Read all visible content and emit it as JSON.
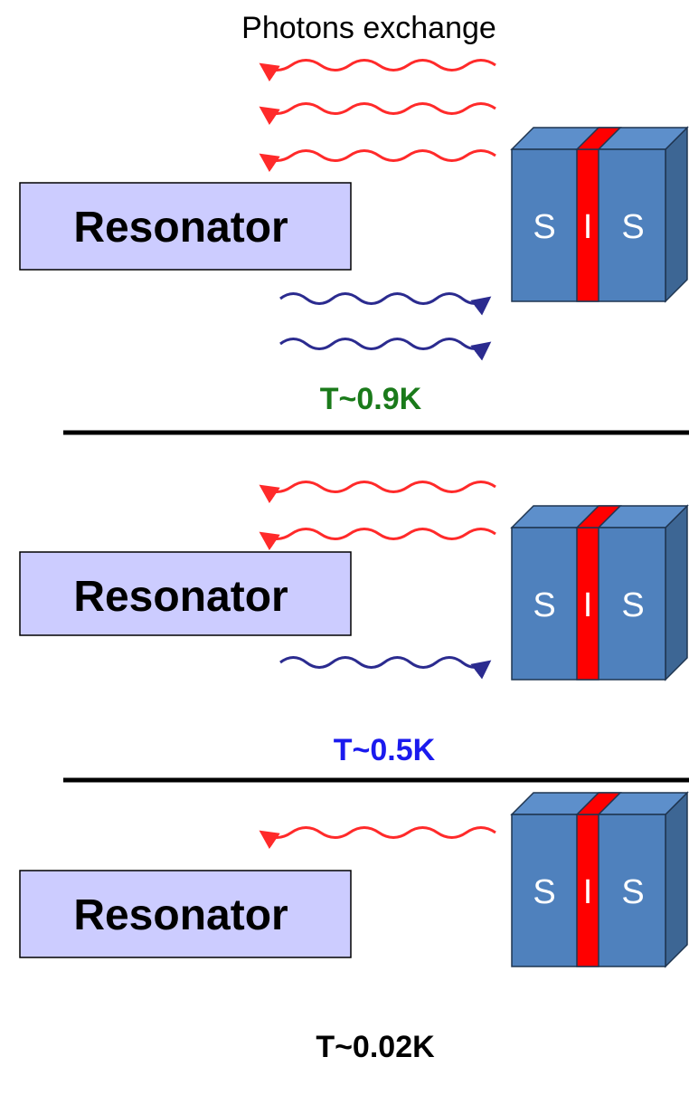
{
  "title": "Photons exchange",
  "panels": [
    {
      "resonator_label": "Resonator",
      "junction": {
        "left": "S",
        "middle": "I",
        "right": "S"
      },
      "temperature": "T~0.9K",
      "temperature_color": "#1a7a1a",
      "photons_emitted": 3,
      "photons_absorbed": 2
    },
    {
      "resonator_label": "Resonator",
      "junction": {
        "left": "S",
        "middle": "I",
        "right": "S"
      },
      "temperature": "T~0.5K",
      "temperature_color": "#1a1aee",
      "photons_emitted": 2,
      "photons_absorbed": 1
    },
    {
      "resonator_label": "Resonator",
      "junction": {
        "left": "S",
        "middle": "I",
        "right": "S"
      },
      "temperature": "T~0.02K",
      "temperature_color": "#000000",
      "photons_emitted": 1,
      "photons_absorbed": 0
    }
  ],
  "colors": {
    "resonator_fill": "#ccccff",
    "block_front": "#4f81bd",
    "block_side": "#3d6694",
    "insulator": "#ff0000",
    "emitted_photon": "#ff2a2a",
    "absorbed_photon": "#2b2b8f",
    "separator": "#000000"
  }
}
